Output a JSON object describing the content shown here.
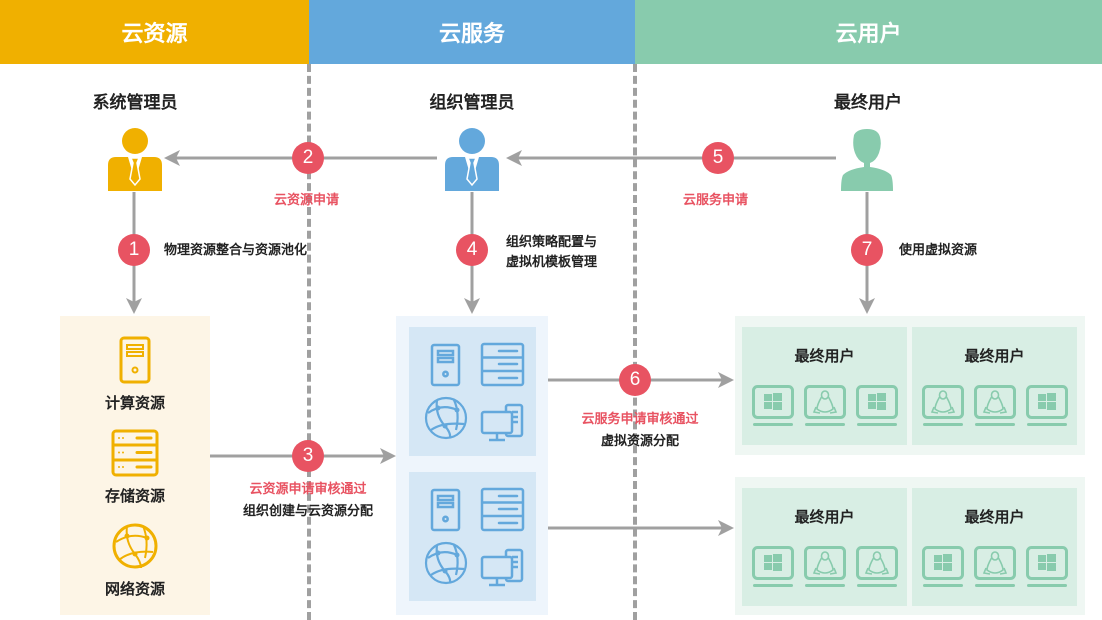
{
  "headers": [
    {
      "label": "云资源",
      "color": "#F0B000"
    },
    {
      "label": "云服务",
      "color": "#63A8DC"
    },
    {
      "label": "云用户",
      "color": "#88CBAD"
    }
  ],
  "roles": {
    "system_admin": "系统管理员",
    "org_admin": "组织管理员",
    "end_user": "最终用户"
  },
  "steps": [
    {
      "num": "1",
      "text": "物理资源整合与资源池化"
    },
    {
      "num": "2",
      "text": "云资源申请"
    },
    {
      "num": "3",
      "text_red": "云资源申请审核通过",
      "text": "组织创建与云资源分配"
    },
    {
      "num": "4",
      "text_line1": "组织策略配置与",
      "text_line2": "虚拟机模板管理"
    },
    {
      "num": "5",
      "text": "云服务申请"
    },
    {
      "num": "6",
      "text_red": "云服务申请审核通过",
      "text": "虚拟资源分配"
    },
    {
      "num": "7",
      "text": "使用虚拟资源"
    }
  ],
  "resources": [
    {
      "label": "计算资源",
      "icon": "server-tower-icon"
    },
    {
      "label": "存储资源",
      "icon": "storage-rack-icon"
    },
    {
      "label": "网络资源",
      "icon": "network-globe-icon"
    }
  ],
  "user_groups": [
    {
      "cards": [
        {
          "title": "最终用户",
          "os": [
            "windows",
            "linux",
            "windows"
          ]
        },
        {
          "title": "最终用户",
          "os": [
            "linux",
            "linux",
            "windows"
          ]
        }
      ]
    },
    {
      "cards": [
        {
          "title": "最终用户",
          "os": [
            "windows",
            "linux",
            "linux"
          ]
        },
        {
          "title": "最终用户",
          "os": [
            "windows",
            "linux",
            "windows"
          ]
        }
      ]
    }
  ],
  "colors": {
    "accent_red": "#E85362",
    "arrow_gray": "#A0A0A0",
    "resource_yellow": "#F0B000",
    "service_blue": "#63A8DC",
    "user_green": "#88CBAD"
  }
}
